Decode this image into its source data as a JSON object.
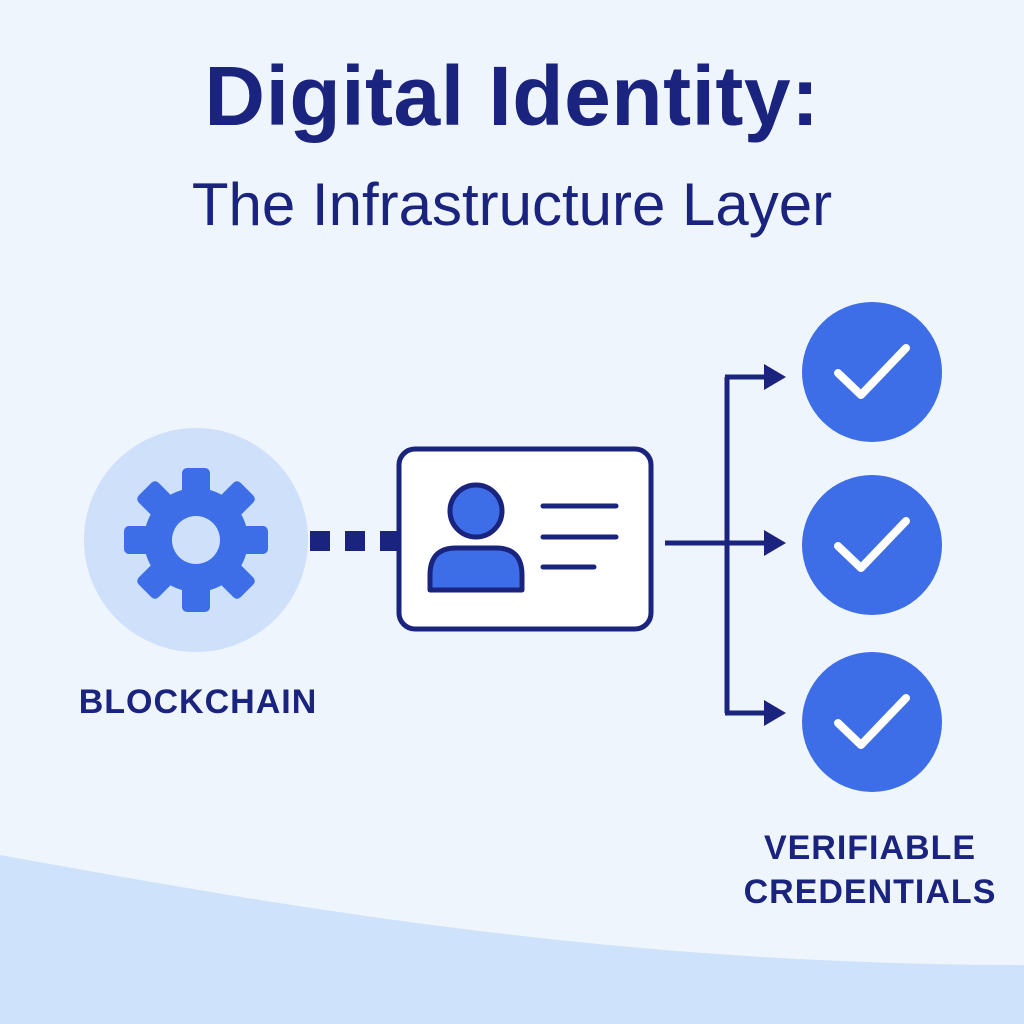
{
  "title": "Digital Identity:",
  "subtitle": "The Infrastructure Layer",
  "nodes": {
    "blockchain": {
      "label": "BLOCKCHAIN",
      "icon": "gear-icon"
    },
    "identity_card": {
      "icon": "id-card-icon",
      "avatar_icon": "user-icon"
    },
    "credentials": {
      "label_line1": "VERIFIABLE",
      "label_line2": "CREDENTIALS",
      "icon": "checkmark-icon",
      "count": 3
    }
  },
  "colors": {
    "navy": "#1a237e",
    "blue": "#3d6ee8",
    "light_blue": "#cfe0fb",
    "background": "#eff5fd",
    "wave": "#cfe2fb"
  }
}
